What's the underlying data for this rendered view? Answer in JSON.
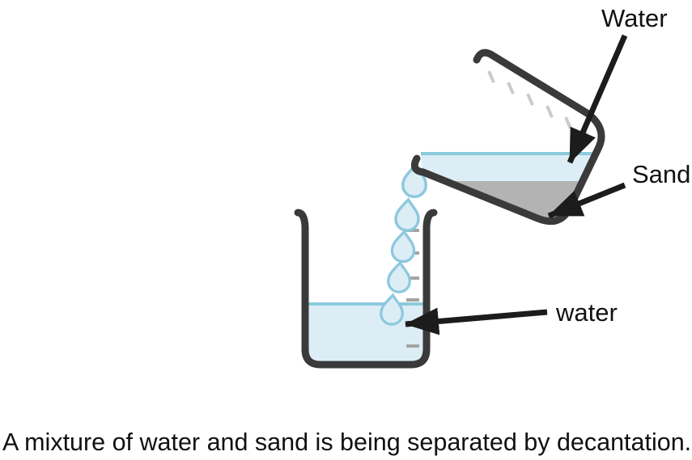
{
  "caption": "A mixture of water and sand is being separated by decantation.",
  "labels": {
    "water": "Water",
    "sand": "Sand",
    "receiving_water": "water"
  },
  "colors": {
    "outline": "#3a3a3a",
    "water_fill": "#dcedf6",
    "water_surface": "#8bcbdc",
    "sand_fill": "#b3b3b3",
    "drop_stroke": "#8cc8de",
    "tick_light": "#cbcbcb",
    "tick_gray": "#a3a3a3",
    "arrow": "#1c1c1c",
    "text": "#111111"
  }
}
